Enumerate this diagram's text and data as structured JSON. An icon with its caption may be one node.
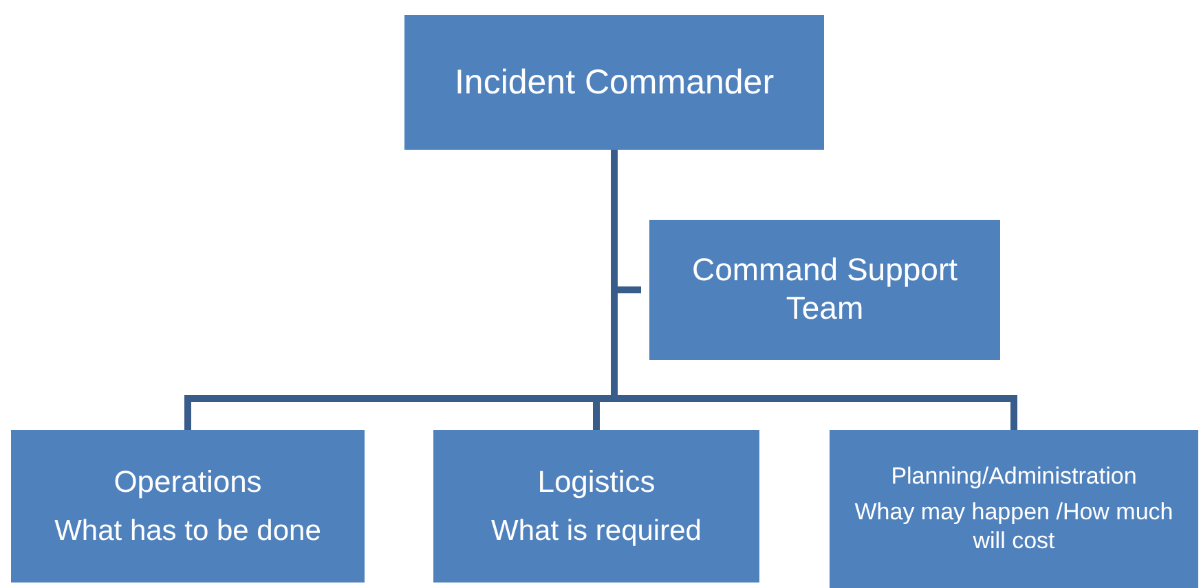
{
  "diagram": {
    "nodes": [
      {
        "text": [
          "Incident Commander"
        ]
      },
      {
        "text": [
          "Command Support Team"
        ]
      },
      {
        "text": [
          "Operations",
          "What has to be done"
        ]
      },
      {
        "text": [
          "Logistics",
          "What is required"
        ]
      },
      {
        "text": [
          "Planning/Administration",
          "Whay may happen /How much will cost"
        ]
      }
    ],
    "edges": [
      {
        "from": 0,
        "to": 1,
        "arrow": "none"
      },
      {
        "from": 0,
        "to": 2,
        "arrow": "none"
      },
      {
        "from": 0,
        "to": 3,
        "arrow": "none"
      },
      {
        "from": 0,
        "to": 4,
        "arrow": "none"
      }
    ]
  }
}
